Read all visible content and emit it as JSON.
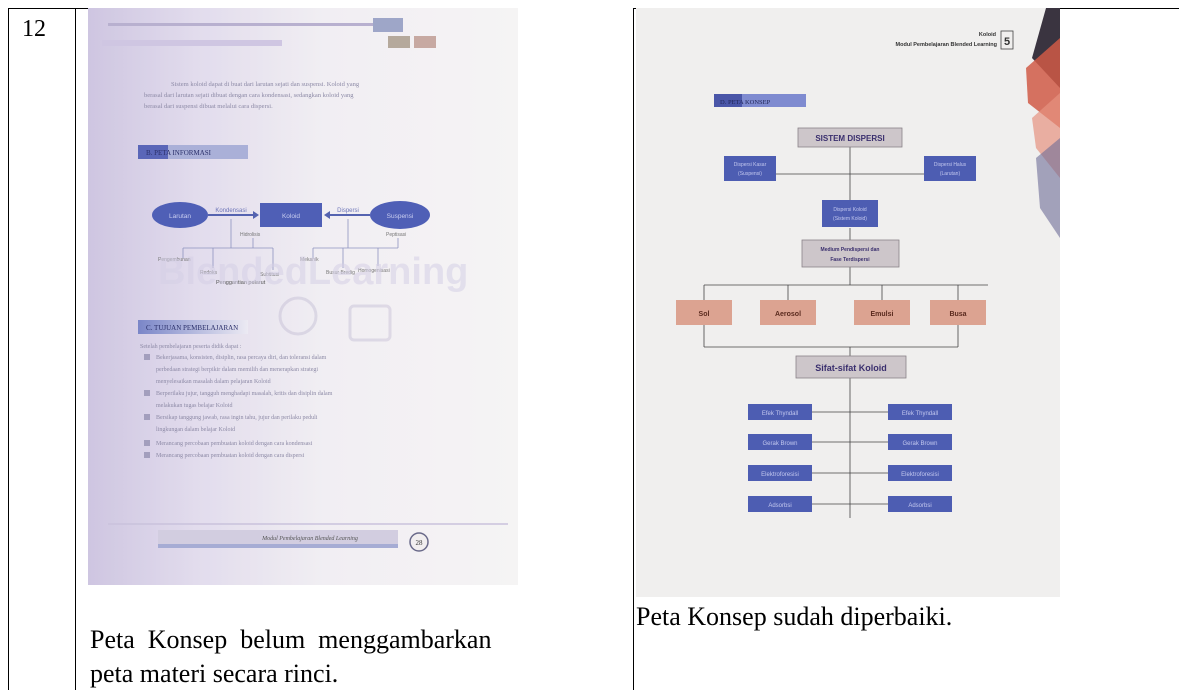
{
  "table": {
    "row_number": "12",
    "left_caption_line1": "Peta  Konsep  belum  menggambarkan",
    "left_caption_line2": "peta materi secara rinci.",
    "right_caption": "Peta Konsep sudah diperbaiki."
  },
  "left_page": {
    "intro_line1": "Sistem koloid dapat di buat dari larutan sejati dan suspensi. Koloid yang",
    "intro_line2": "berasal dari larutan sejati dibuat dengan cara kondensasi, sedangkan koloid yang",
    "intro_line3": "berasal dari suspensi dibuat melalui cara dispersi.",
    "section_info": "B. PETA INFORMASI",
    "map_larutan": "Larutan",
    "map_kondensasi": "Kondensasi",
    "map_koloid": "Koloid",
    "map_dispersi": "Dispersi",
    "map_suspensi": "Suspensi",
    "sub_pengembunan": "Pengembunan",
    "sub_redoks": "Redoks",
    "sub_hidrolisis": "Hidrolisis",
    "sub_subtitusi": "Subtitusi",
    "sub_mekanik": "Mekanik",
    "sub_busur": "Busur Bredig",
    "sub_peptisasi": "Peptisasi",
    "sub_homogenisasi": "Homogenisasi",
    "sub_penggantian": "Penggantian pelarut",
    "watermark": "BlendedLearning",
    "section_tujuan": "C. TUJUAN PEMBELAJARAN",
    "tujuan_intro": "Setelah pembelajaran peserta didik dapat :",
    "tujuan_1a": "Bekerjasama, konsisten, disiplin, rasa percaya diri, dan  toleransi dalam",
    "tujuan_1b": "perbedaan strategi berpikir  dalam memilih dan menerapkan strategi",
    "tujuan_1c": "menyelesaikan masalah dalam pelajaran Koloid",
    "tujuan_2a": "Berperilaku jujur, tangguh menghadapi masalah, kritis dan disiplin dalam",
    "tujuan_2b": "melakukan tugas belajar Koloid",
    "tujuan_3a": "Bersikap tanggung jawab, rasa ingin tahu, jujur dan perilaku peduli",
    "tujuan_3b": "lingkungan dalam belajar Koloid",
    "tujuan_4": "Merancang percobaan pembuatan koloid dengan cara kondensasi",
    "tujuan_5": "Merancang percobaan pembuatan koloid dengan cara dispersi",
    "footer_title": "Modul Pembelajaran Blended Learning",
    "page_number": "28"
  },
  "right_page": {
    "header_koloid": "Koloid",
    "header_modul": "Modul Pembelajaran Blended Learning",
    "page_number": "5",
    "section_peta": "D. PETA KONSEP",
    "sistem_dispersi": "SISTEM DISPERSI",
    "kasar_1": "Dispersi Kasar",
    "kasar_2": "(Suspensi)",
    "halus_1": "Dispersi Halus",
    "halus_2": "(Larutan)",
    "koloid_1": "Dispersi Koloid",
    "koloid_2": "(Sistem Koloid)",
    "medium_1": "Medium Pendispersi dan",
    "medium_2": "Fase Terdispersi",
    "sol": "Sol",
    "aerosol": "Aerosol",
    "emulsi": "Emulsi",
    "busa": "Busa",
    "sifat": "Sifat-sifat Koloid",
    "tyndall_left": "Efek Thyndall",
    "tyndall_right": "Efek Thyndall",
    "brown_left": "Gerak Brown",
    "brown_right": "Gerak Brown",
    "elektro_left": "Elektroforesisi",
    "elektro_right": "Elektroforesisi",
    "adsorbsi_left": "Adsorbsi",
    "adsorbsi_right": "Adsorbsi"
  },
  "colors": {
    "left_page_bg": "#f1eeef",
    "left_sidebar": "#c9c0dd",
    "left_accent_blue": "#4f5fb6",
    "left_text": "#8d8aa6",
    "right_page_bg": "#f0efee",
    "right_blue_box": "#4d5db2",
    "right_salmon_box": "#dca391",
    "right_grey_box": "#cdc6ca",
    "right_red_stripe": "#d05b47",
    "right_dark_stripe": "#3a3440"
  }
}
